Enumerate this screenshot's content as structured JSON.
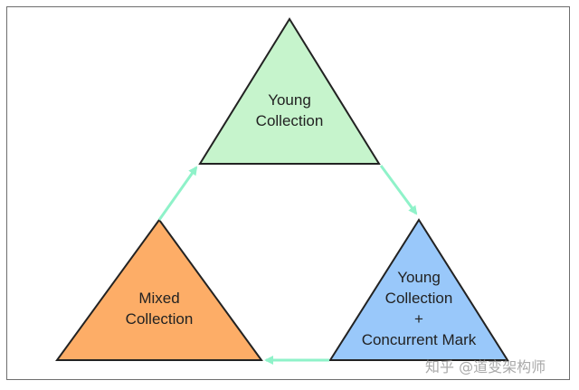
{
  "diagram": {
    "nodes": [
      {
        "id": "young",
        "lines": [
          "Young",
          "Collection"
        ],
        "color": "#c6f4cc"
      },
      {
        "id": "young-concurrent",
        "lines": [
          "Young",
          "Collection",
          "+",
          "Concurrent Mark"
        ],
        "color": "#99c8fa"
      },
      {
        "id": "mixed",
        "lines": [
          "Mixed",
          "Collection"
        ],
        "color": "#fdad67"
      }
    ],
    "edges": [
      {
        "from": "young",
        "to": "young-concurrent"
      },
      {
        "from": "young-concurrent",
        "to": "mixed"
      },
      {
        "from": "mixed",
        "to": "young"
      }
    ],
    "edge_color": "#8ff2c9",
    "outline_color": "#222222"
  },
  "watermark": "知乎 @道变架构师"
}
